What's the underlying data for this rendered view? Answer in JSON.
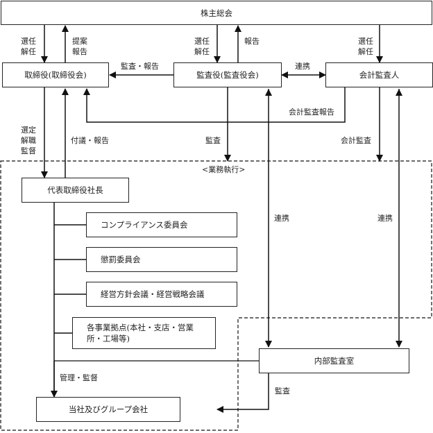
{
  "title": "コーポレート・ガバナンス体制図",
  "nodes": {
    "shareholders": "株主総会",
    "board": "取締役(取締役会)",
    "auditors": "監査役(監査役会)",
    "accounting_auditor": "会計監査人",
    "president": "代表取締役社長",
    "compliance": "コンプライアンス委員会",
    "discipline": "懲罰委員会",
    "management_meeting": "経営方針会議・経営戦略会議",
    "business_sites": "各事業拠点(本社・支店・営業\n所・工場等)",
    "internal_audit": "内部監査室",
    "group": "当社及びグループ会社"
  },
  "labels": {
    "sh_to_board": "選任\n解任",
    "board_to_sh": "提案\n報告",
    "sh_to_auditors": "選任\n解任",
    "auditors_to_sh": "報告",
    "sh_to_acct": "選任\n解任",
    "auditors_to_board": "監査・報告",
    "auditors_acct": "連携",
    "acct_report": "会計監査報告",
    "board_to_president": "選定\n解職\n監督",
    "president_to_board": "付議・報告",
    "auditors_audit": "監査",
    "acct_audit": "会計監査",
    "execution_area": "<業務執行>",
    "auditors_internal": "連携",
    "acct_internal": "連携",
    "management": "管理・監督",
    "internal_audit_group": "監査"
  }
}
